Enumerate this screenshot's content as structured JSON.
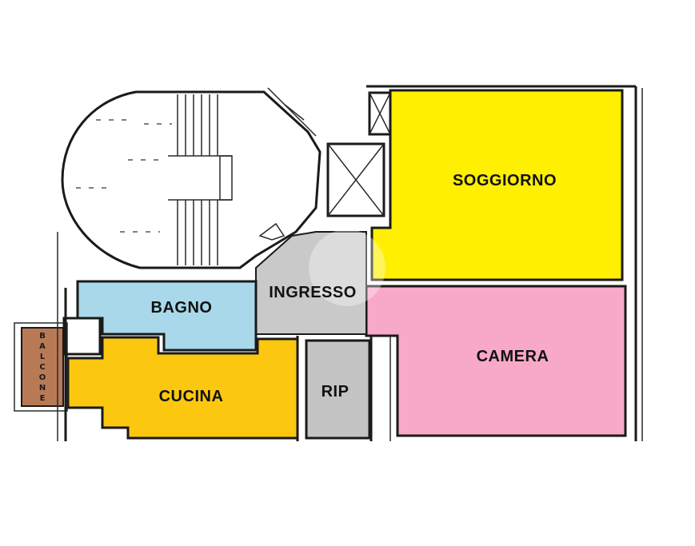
{
  "floor_plan": {
    "rooms": [
      {
        "id": "soggiorno",
        "label": "SOGGIORNO",
        "color": "#ffef00"
      },
      {
        "id": "camera",
        "label": "CAMERA",
        "color": "#f8a8c8"
      },
      {
        "id": "ingresso",
        "label": "INGRESSO",
        "color": "#c9c9c9"
      },
      {
        "id": "bagno",
        "label": "BAGNO",
        "color": "#a8d8ea"
      },
      {
        "id": "cucina",
        "label": "CUCINA",
        "color": "#fcc70f"
      },
      {
        "id": "rip",
        "label": "RIP",
        "color": "#c4c4c4"
      },
      {
        "id": "balcone",
        "label": "BALCONE",
        "color": "#b87a55"
      }
    ],
    "balcone_letters": [
      "B",
      "A",
      "L",
      "C",
      "O",
      "N",
      "E"
    ]
  }
}
